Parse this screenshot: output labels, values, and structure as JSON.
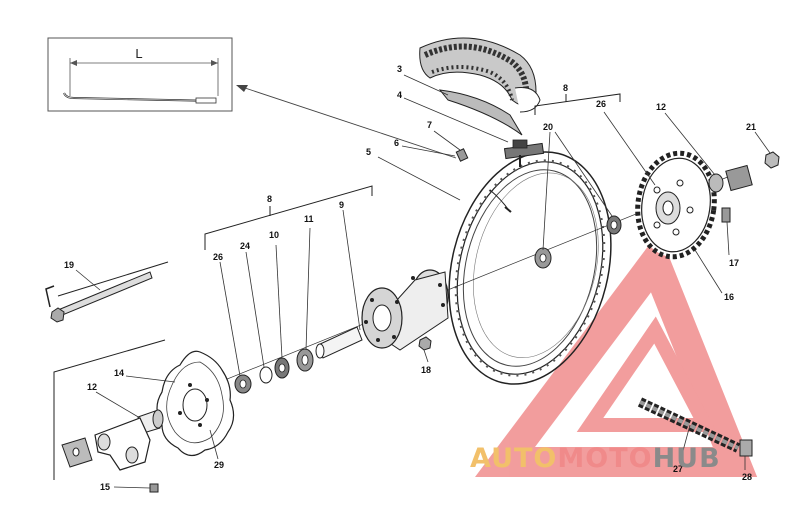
{
  "diagram": {
    "inset_dimension_label": "L",
    "part_numbers": {
      "p3": "3",
      "p4": "4",
      "p5": "5",
      "p6": "6",
      "p7": "7",
      "p8a": "8",
      "p8b": "8",
      "p9": "9",
      "p10": "10",
      "p11": "11",
      "p12a": "12",
      "p12b": "12",
      "p14": "14",
      "p15": "15",
      "p16": "16",
      "p17": "17",
      "p18": "18",
      "p19": "19",
      "p20": "20",
      "p21": "21",
      "p24": "24",
      "p26a": "26",
      "p26b": "26",
      "p27": "27",
      "p28": "28",
      "p29": "29"
    }
  },
  "watermark": {
    "part1": "AUTO",
    "part2": "MOTO",
    "part3": "HUB",
    "colors": {
      "auto": "#f2c06a",
      "moto": "#f08a8a",
      "hub": "#8a8a8a",
      "logo": "#ee6a6a"
    }
  }
}
